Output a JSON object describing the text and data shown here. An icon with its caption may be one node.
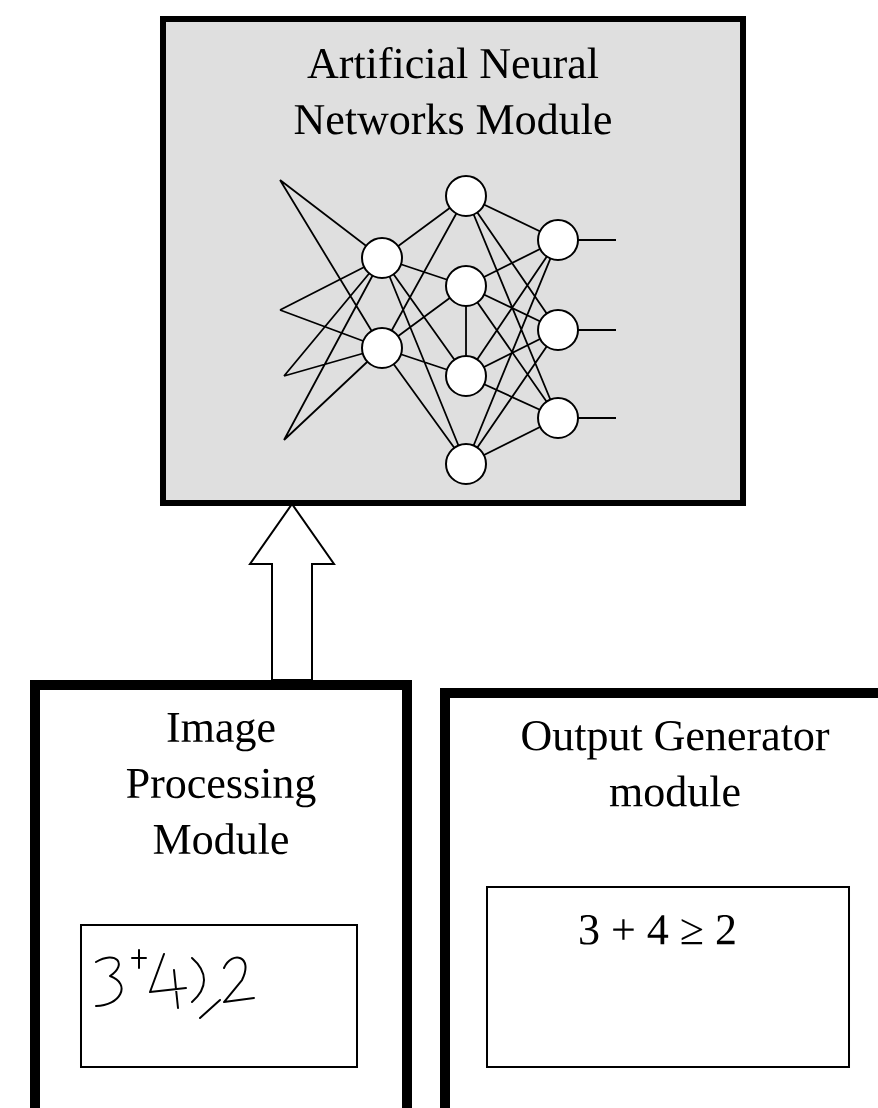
{
  "diagram": {
    "nodes": [
      {
        "text": [
          "Artificial Neural Networks Module"
        ]
      },
      {
        "text": [
          "Image Processing Module"
        ]
      },
      {
        "text": [],
        "shape": "box",
        "in": 1
      },
      {
        "text": [
          "Output Generator module"
        ]
      },
      {
        "text": [
          "3 + 4 ≥ 2"
        ],
        "in": 3
      }
    ],
    "edges": [
      {
        "from": 1,
        "to": 0,
        "arrow": "to"
      }
    ]
  }
}
